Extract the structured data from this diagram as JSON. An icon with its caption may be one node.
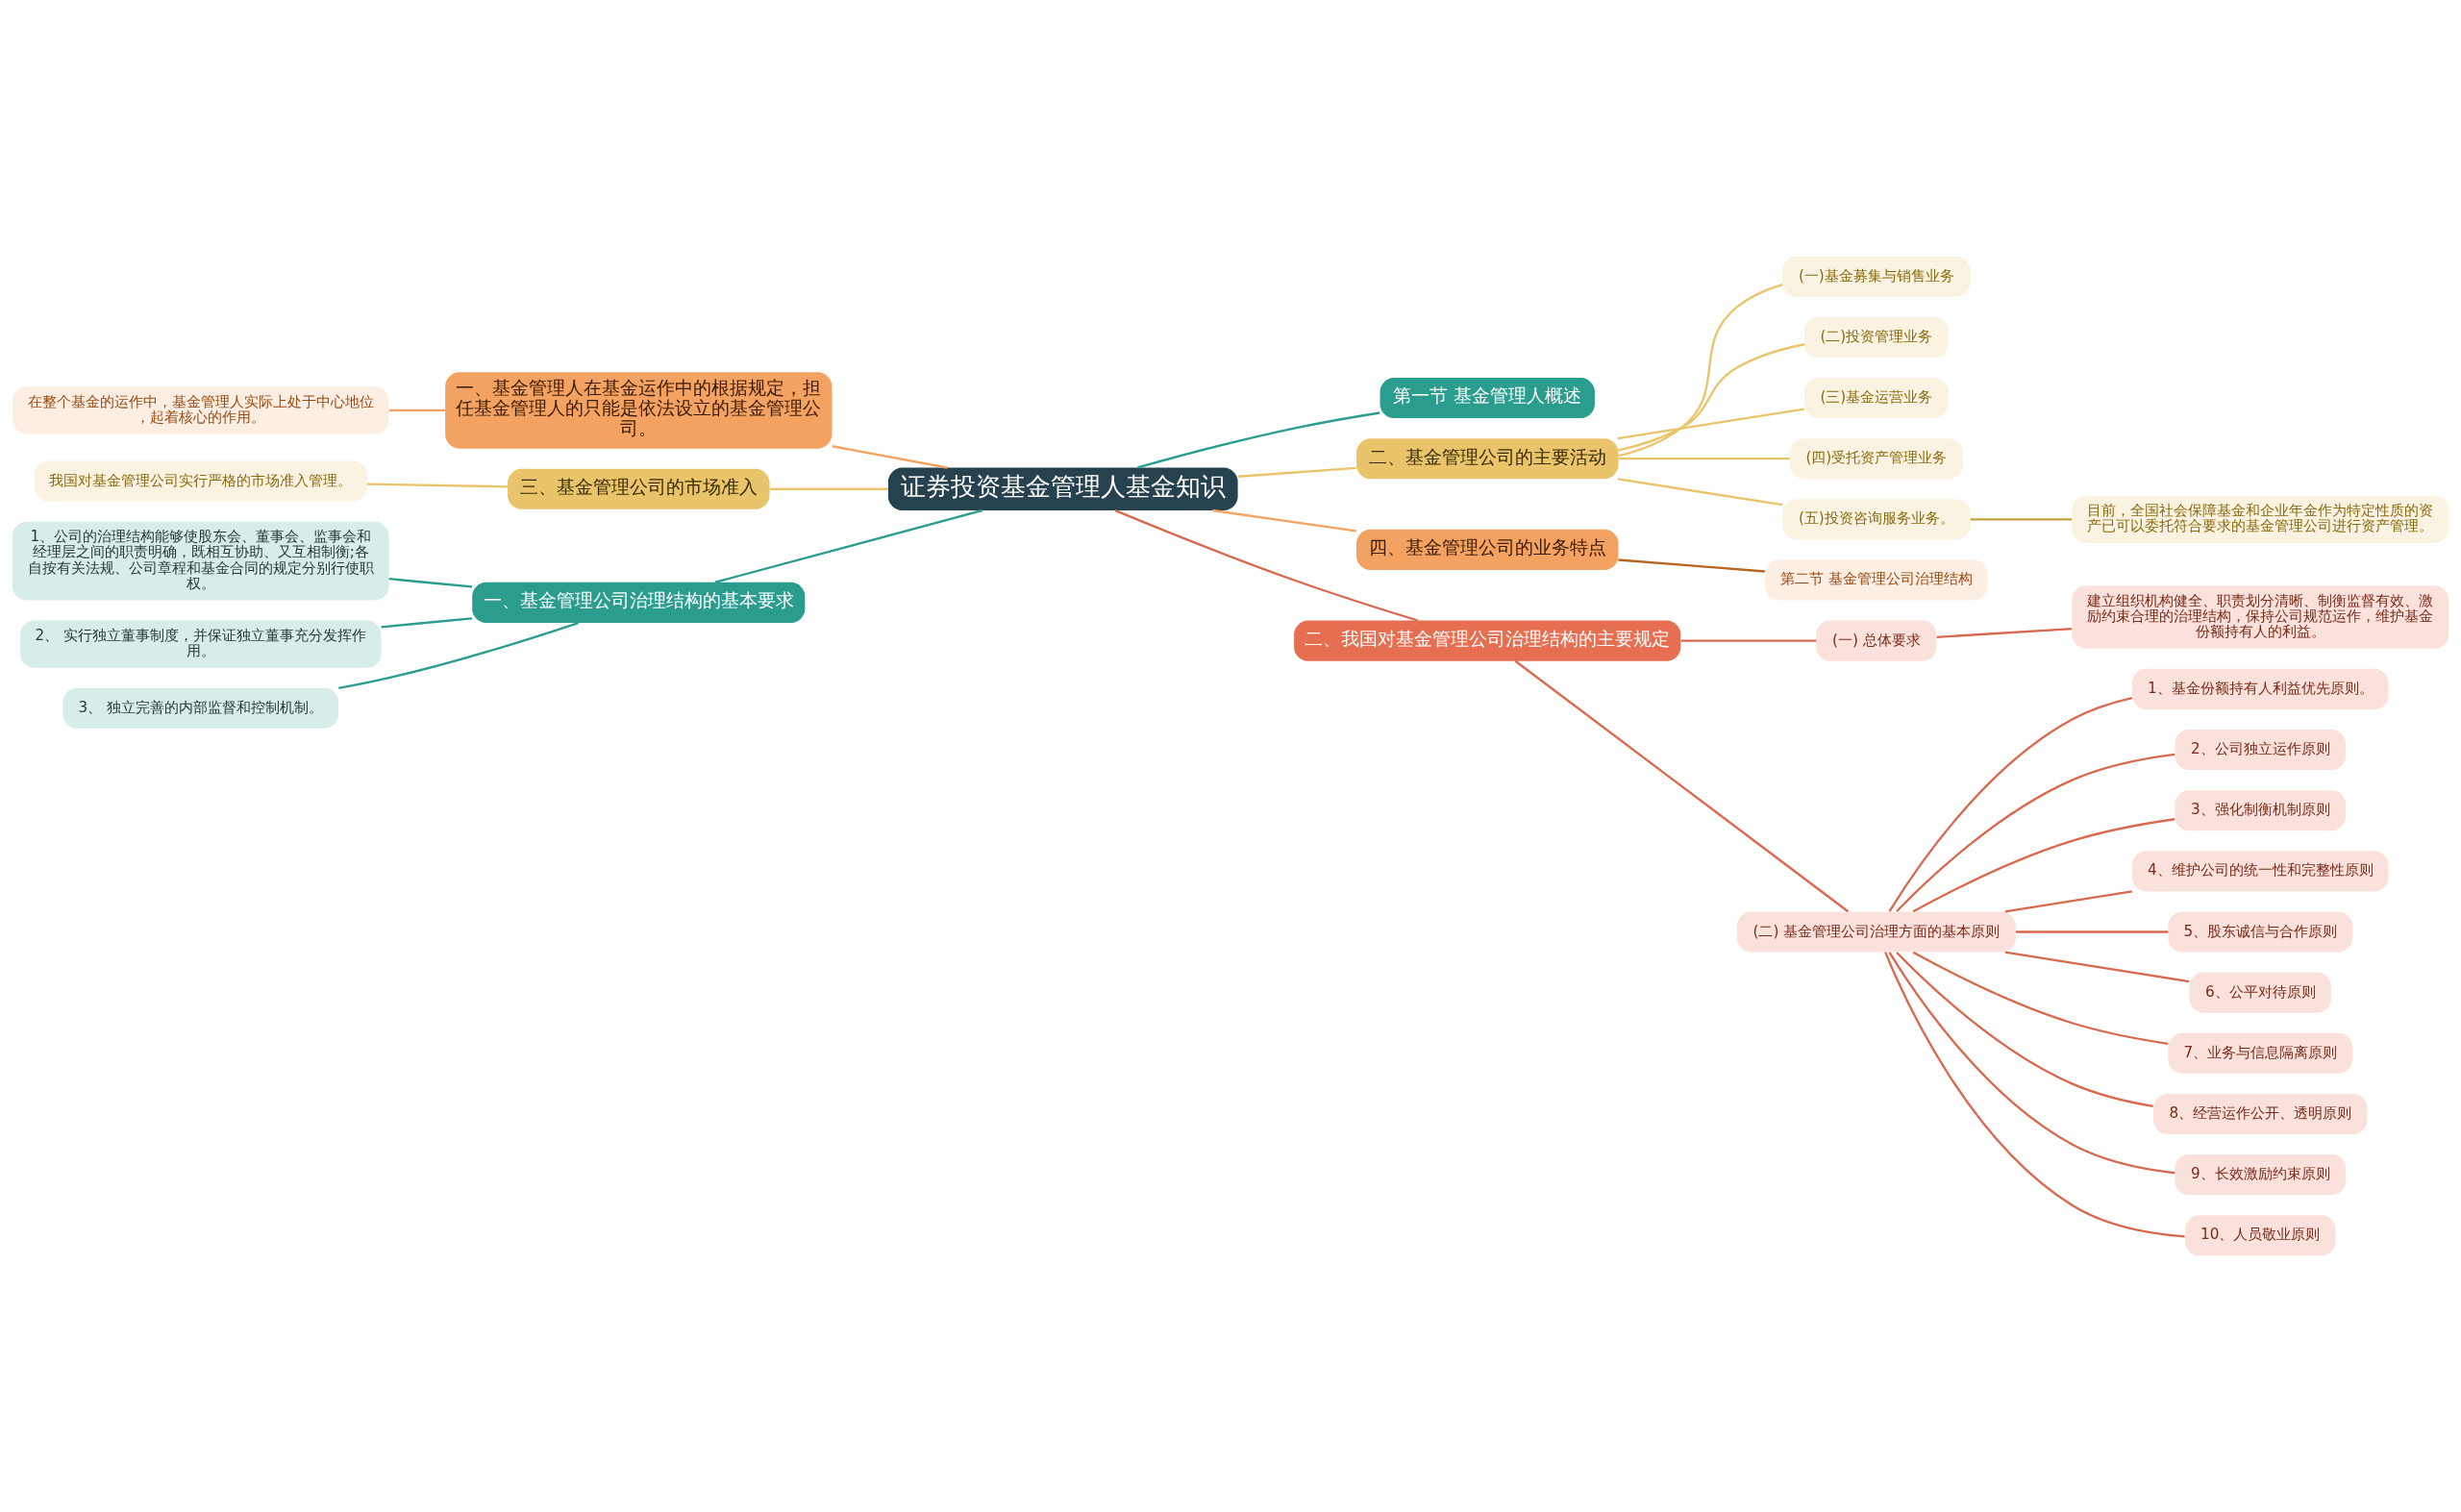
{
  "diagram": {
    "nodes": [
      {
        "text": [
          "证券投资基金管理人基金知识"
        ]
      },
      {
        "text": [
          "第一节 基金管理人概述"
        ]
      },
      {
        "text": [
          "二、基金管理公司的主要活动"
        ]
      },
      {
        "text": [
          "(一)基金募集与销售业务"
        ]
      },
      {
        "text": [
          "(二)投资管理业务"
        ]
      },
      {
        "text": [
          "(三)基金运营业务"
        ]
      },
      {
        "text": [
          "(四)受托资产管理业务"
        ]
      },
      {
        "text": [
          "(五)投资咨询服务业务。"
        ]
      },
      {
        "text": [
          "目前，全国社会保障基金和企业年金作为特定性质的资产已可以委托符合要求的基金管理公司进行资产管理。"
        ]
      },
      {
        "text": [
          "四、基金管理公司的业务特点"
        ]
      },
      {
        "text": [
          "第二节 基金管理公司治理结构"
        ]
      },
      {
        "text": [
          "二、我国对基金管理公司治理结构的主要规定"
        ]
      },
      {
        "text": [
          "(一) 总体要求"
        ]
      },
      {
        "text": [
          "建立组织机构健全、职责划分清晰、制衡监督有效、激励约束合理的治理结构，保持公司规范运作，维护基金份额持有人的利益。"
        ]
      },
      {
        "text": [
          "(二) 基金管理公司治理方面的基本原则"
        ]
      },
      {
        "text": [
          "1、基金份额持有人利益优先原则。"
        ]
      },
      {
        "text": [
          "2、公司独立运作原则"
        ]
      },
      {
        "text": [
          "3、强化制衡机制原则"
        ]
      },
      {
        "text": [
          "4、维护公司的统一性和完整性原则"
        ]
      },
      {
        "text": [
          "5、股东诚信与合作原则"
        ]
      },
      {
        "text": [
          "6、公平对待原则"
        ]
      },
      {
        "text": [
          "7、业务与信息隔离原则"
        ]
      },
      {
        "text": [
          "8、经营运作公开、透明原则"
        ]
      },
      {
        "text": [
          "9、长效激励约束原则"
        ]
      },
      {
        "text": [
          "10、人员敬业原则"
        ]
      },
      {
        "text": [
          "一、基金管理人在基金运作中的根据规定，担任基金管理人的只能是依法设立的基金管理公司。"
        ]
      },
      {
        "text": [
          "在整个基金的运作中，基金管理人实际上处于中心地位，起着核心的作用。"
        ]
      },
      {
        "text": [
          "三、基金管理公司的市场准入"
        ]
      },
      {
        "text": [
          "我国对基金管理公司实行严格的市场准入管理。"
        ]
      },
      {
        "text": [
          "一、基金管理公司治理结构的基本要求"
        ]
      },
      {
        "text": [
          "1、公司的治理结构能够使股东会、董事会、监事会和经理层之间的职责明确，既相互协助、又互相制衡;各自按有关法规、公司章程和基金合同的规定分别行使职权。"
        ]
      },
      {
        "text": [
          "2、 实行独立董事制度，并保证独立董事充分发挥作用。"
        ]
      },
      {
        "text": [
          "3、 独立完善的内部监督和控制机制。"
        ]
      }
    ],
    "edges": [
      {
        "from": 0,
        "to": 1,
        "arrow": "none",
        "color": "#2a9d8f"
      },
      {
        "from": 0,
        "to": 2,
        "arrow": "none",
        "color": "#e9c46a"
      },
      {
        "from": 2,
        "to": 3,
        "arrow": "none",
        "color": "#e9c46a"
      },
      {
        "from": 2,
        "to": 4,
        "arrow": "none",
        "color": "#e9c46a"
      },
      {
        "from": 2,
        "to": 5,
        "arrow": "none",
        "color": "#e9c46a"
      },
      {
        "from": 2,
        "to": 6,
        "arrow": "none",
        "color": "#e9c46a"
      },
      {
        "from": 2,
        "to": 7,
        "arrow": "none",
        "color": "#e9c46a"
      },
      {
        "from": 7,
        "to": 8,
        "arrow": "none",
        "color": "#c9a23c"
      },
      {
        "from": 0,
        "to": 9,
        "arrow": "none",
        "color": "#f4a261"
      },
      {
        "from": 9,
        "to": 10,
        "arrow": "none",
        "color": "#b5651d"
      },
      {
        "from": 0,
        "to": 11,
        "arrow": "none"
      },
      {
        "from": 11,
        "to": 12,
        "arrow": "none"
      },
      {
        "from": 12,
        "to": 13,
        "arrow": "none"
      },
      {
        "from": 11,
        "to": 14,
        "arrow": "none"
      },
      {
        "from": 14,
        "to": 15,
        "arrow": "none"
      },
      {
        "from": 14,
        "to": 16,
        "arrow": "none"
      },
      {
        "from": 14,
        "to": 17,
        "arrow": "none"
      },
      {
        "from": 14,
        "to": 18,
        "arrow": "none"
      },
      {
        "from": 14,
        "to": 19,
        "arrow": "none"
      },
      {
        "from": 14,
        "to": 20,
        "arrow": "none"
      },
      {
        "from": 14,
        "to": 21,
        "arrow": "none"
      },
      {
        "from": 14,
        "to": 22,
        "arrow": "none"
      },
      {
        "from": 14,
        "to": 23,
        "arrow": "none"
      },
      {
        "from": 14,
        "to": 24,
        "arrow": "none"
      },
      {
        "from": 0,
        "to": 25,
        "arrow": "none",
        "color": "#f4a261"
      },
      {
        "from": 25,
        "to": 26,
        "arrow": "none",
        "color": "#f4a261"
      },
      {
        "from": 0,
        "to": 27,
        "arrow": "none",
        "color": "#e9c46a"
      },
      {
        "from": 27,
        "to": 28,
        "arrow": "none",
        "color": "#e9c46a"
      },
      {
        "from": 0,
        "to": 29,
        "arrow": "none",
        "color": "#2a9d8f"
      },
      {
        "from": 29,
        "to": 30,
        "arrow": "none",
        "color": "#2a9d8f"
      },
      {
        "from": 29,
        "to": 31,
        "arrow": "none",
        "color": "#2a9d8f"
      },
      {
        "from": 29,
        "to": 32,
        "arrow": "none",
        "color": "#2a9d8f"
      }
    ]
  }
}
